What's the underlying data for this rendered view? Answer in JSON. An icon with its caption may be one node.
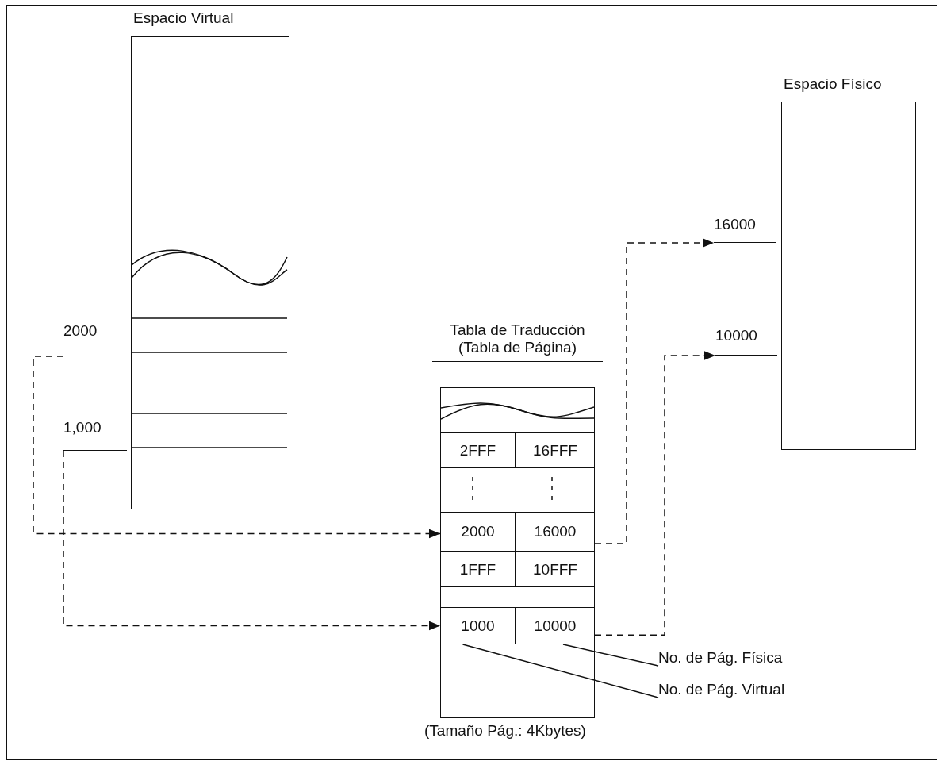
{
  "diagram": {
    "nodes": [
      {
        "text": [
          "Espacio Virtual"
        ]
      },
      {
        "text": [
          "2000"
        ]
      },
      {
        "text": [
          "1,000"
        ]
      },
      {
        "text": [
          "Tabla de Traducción (Tabla de Página)"
        ],
        "beside": [
          "(Tamaño Pág.: 4Kbytes)"
        ]
      },
      {
        "text": [
          "2FFF"
        ],
        "in": 3
      },
      {
        "text": [
          "16FFF"
        ],
        "in": 3
      },
      {
        "text": [
          "2000"
        ],
        "in": 3
      },
      {
        "text": [
          "16000"
        ],
        "in": 3
      },
      {
        "text": [
          "1FFF"
        ],
        "in": 3
      },
      {
        "text": [
          "10FFF"
        ],
        "in": 3
      },
      {
        "text": [
          "1000"
        ],
        "in": 3
      },
      {
        "text": [
          "10000"
        ],
        "in": 3
      },
      {
        "text": [
          "Espacio Físico"
        ]
      },
      {
        "text": [
          "16000"
        ]
      },
      {
        "text": [
          "10000"
        ]
      },
      {
        "text": [
          "No. de Pág. Física"
        ]
      },
      {
        "text": [
          "No. de Pág. Virtual"
        ]
      }
    ],
    "edges": [
      {
        "from": 1,
        "to": 6,
        "arrow": "to",
        "style": "dashed"
      },
      {
        "from": 2,
        "to": 10,
        "arrow": "to",
        "style": "dashed"
      },
      {
        "from": 7,
        "to": 13,
        "arrow": "to",
        "style": "dashed"
      },
      {
        "from": 11,
        "to": 14,
        "arrow": "to",
        "style": "dashed"
      },
      {
        "from": 15,
        "to": 11,
        "arrow": "none"
      },
      {
        "from": 16,
        "to": 10,
        "arrow": "none"
      }
    ]
  }
}
